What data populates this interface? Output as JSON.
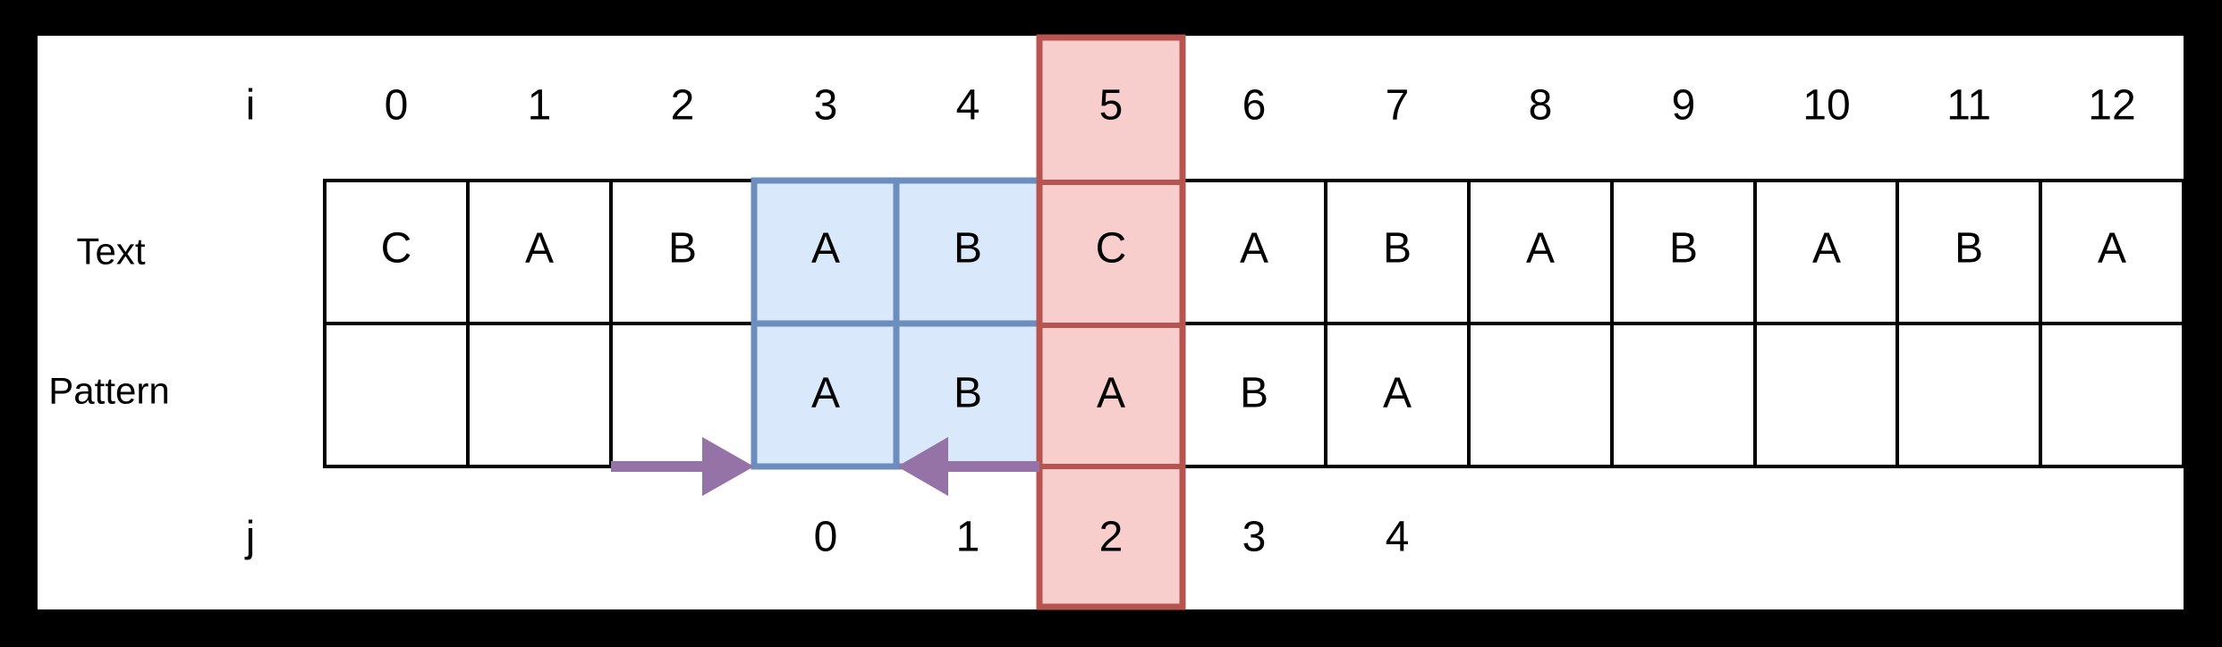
{
  "figure": {
    "row_labels": {
      "i": "i",
      "text": "Text",
      "pattern": "Pattern",
      "j": "j"
    },
    "i_indices": [
      "0",
      "1",
      "2",
      "3",
      "4",
      "5",
      "6",
      "7",
      "8",
      "9",
      "10",
      "11",
      "12"
    ],
    "text_row": [
      "C",
      "A",
      "B",
      "A",
      "B",
      "C",
      "A",
      "B",
      "A",
      "B",
      "A",
      "B",
      "A"
    ],
    "pattern_row": [
      "A",
      "B",
      "A",
      "B",
      "A"
    ],
    "pattern_start_column": 3,
    "j_indices": [
      "0",
      "1",
      "2",
      "3",
      "4"
    ],
    "highlights": {
      "matched_columns": [
        3,
        4
      ],
      "mismatch_column": 5
    },
    "icons": {
      "right_arrow": "arrow-right-icon",
      "left_arrow": "arrow-left-icon"
    },
    "colors": {
      "background": "#000000",
      "surface": "#ffffff",
      "grid_stroke": "#000000",
      "text": "#000000",
      "match_fill": "#dae8fc",
      "match_stroke": "#6c8ebf",
      "mismatch_fill": "#f8cecc",
      "mismatch_stroke": "#b85450",
      "arrow": "#9673a6"
    }
  }
}
